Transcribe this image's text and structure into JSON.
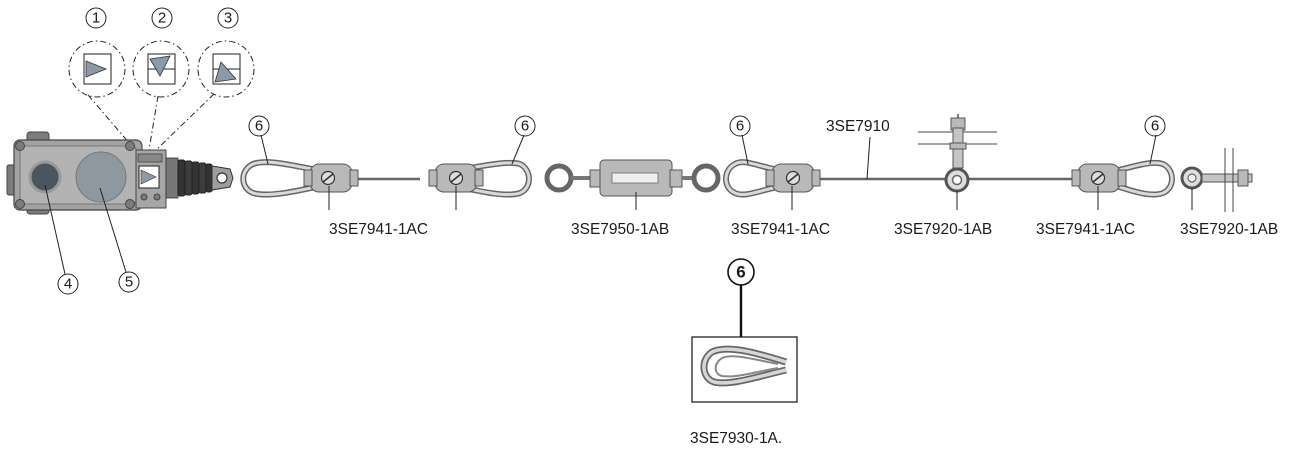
{
  "callouts": {
    "c1": "1",
    "c2": "2",
    "c3": "3",
    "c4": "4",
    "c5": "5",
    "c6a": "6",
    "c6b": "6",
    "c6c": "6",
    "c6d": "6",
    "c6e": "6"
  },
  "labels": {
    "rope_clamp_left": "3SE7941-1AC",
    "turnbuckle": "3SE7950-1AB",
    "rope_clamp_mid": "3SE7941-1AC",
    "rope": "3SE7910",
    "eyebolt_mid": "3SE7920-1AB",
    "rope_clamp_right": "3SE7941-1AC",
    "eyebolt_end": "3SE7920-1AB",
    "thimble": "3SE7930-1A."
  },
  "colors": {
    "metal": "#b9b9b9",
    "dark_metal": "#7c7c7c",
    "indicator": "#8a9aa8"
  }
}
